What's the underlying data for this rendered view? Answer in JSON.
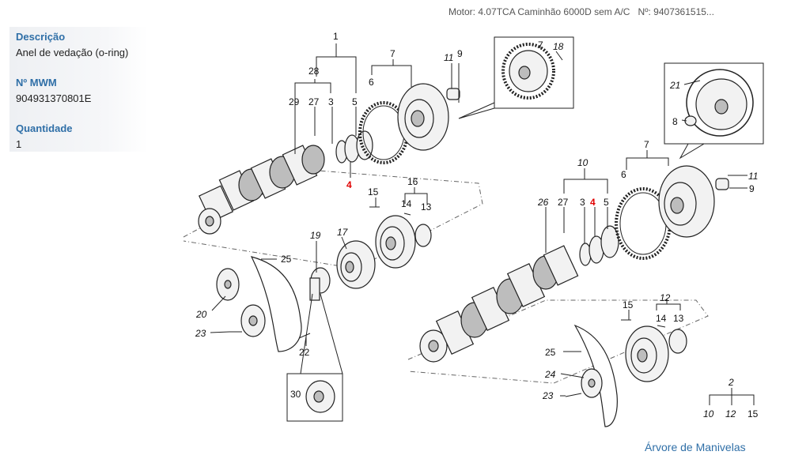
{
  "header": {
    "motor_info": "Motor: 4.07TCA Caminhão 6000D sem A/C",
    "part_no": "Nº: 9407361515..."
  },
  "info_panel": {
    "descricao_label": "Descrição",
    "descricao_value": "Anel de vedação (o-ring)",
    "mwm_label": "Nº MWM",
    "mwm_value": "904931370801E",
    "quantidade_label": "Quantidade",
    "quantidade_value": "1"
  },
  "diagram": {
    "highlight_color": "#e00000",
    "part_labels": {
      "l1": "1",
      "l28": "28",
      "l29": "29",
      "l27a": "27",
      "l3a": "3",
      "l5a": "5",
      "l4a": "4",
      "l7a": "7",
      "l6a": "6",
      "l11a": "11",
      "l9a": "9",
      "l7b": "7",
      "l18": "18",
      "l15a": "15",
      "l16": "16",
      "l14a": "14",
      "l13a": "13",
      "l19": "19",
      "l17": "17",
      "l25a": "25",
      "l20": "20",
      "l23a": "23",
      "l22": "22",
      "l30": "30",
      "l21": "21",
      "l8": "8",
      "l7c": "7",
      "l11b": "11",
      "l6b": "6",
      "l9b": "9",
      "l10a": "10",
      "l26": "26",
      "l27b": "27",
      "l3b": "3",
      "l4b": "4",
      "l5b": "5",
      "l15b": "15",
      "l12a": "12",
      "l14b": "14",
      "l13b": "13",
      "l25b": "25",
      "l24": "24",
      "l23b": "23",
      "l2": "2",
      "l10b": "10",
      "l12b": "12",
      "l15c": "15"
    }
  },
  "footer": {
    "link_label": "Árvore de Manivelas"
  }
}
